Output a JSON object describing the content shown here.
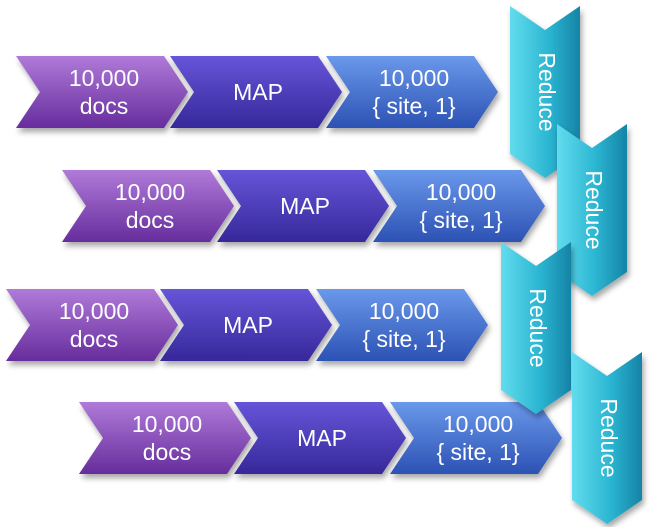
{
  "rows": [
    {
      "docs": {
        "line1": "10,000",
        "line2": "docs"
      },
      "map": {
        "label": "MAP"
      },
      "output": {
        "line1": "10,000",
        "line2": "{ site, 1}"
      }
    },
    {
      "docs": {
        "line1": "10,000",
        "line2": "docs"
      },
      "map": {
        "label": "MAP"
      },
      "output": {
        "line1": "10,000",
        "line2": "{ site, 1}"
      }
    },
    {
      "docs": {
        "line1": "10,000",
        "line2": "docs"
      },
      "map": {
        "label": "MAP"
      },
      "output": {
        "line1": "10,000",
        "line2": "{ site, 1}"
      }
    },
    {
      "docs": {
        "line1": "10,000",
        "line2": "docs"
      },
      "map": {
        "label": "MAP"
      },
      "output": {
        "line1": "10,000",
        "line2": "{ site, 1}"
      }
    }
  ],
  "reducers": [
    {
      "label": "Reduce"
    },
    {
      "label": "Reduce"
    },
    {
      "label": "Reduce"
    },
    {
      "label": "Reduce"
    }
  ],
  "colors": {
    "docs_top": "#a56ad2",
    "docs_bottom": "#6a2fa0",
    "map_top": "#5f4ed2",
    "map_bottom": "#3a2d9a",
    "output_top": "#5b8ae2",
    "output_bottom": "#2f57b8",
    "reduce_light": "#4fd0e6",
    "reduce_dark": "#1a92b2"
  }
}
